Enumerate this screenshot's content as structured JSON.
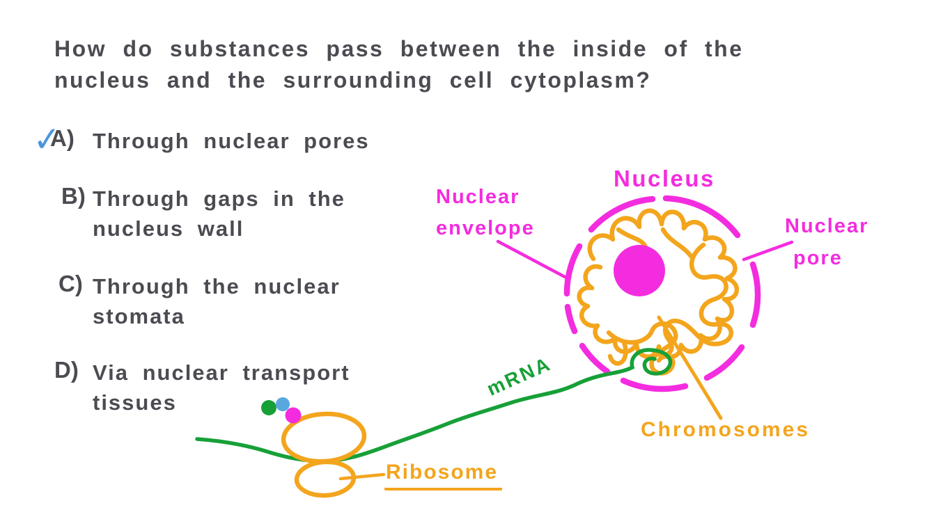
{
  "question": {
    "line1": "How do substances pass between the inside of the",
    "line2": "nucleus and the surrounding cell cytoplasm?"
  },
  "answer": {
    "checkmark": "✓",
    "correct_option": "A"
  },
  "options": [
    {
      "letter": "A)",
      "lines": [
        "Through nuclear pores"
      ]
    },
    {
      "letter": "B)",
      "lines": [
        "Through gaps in the",
        "nucleus wall"
      ]
    },
    {
      "letter": "C)",
      "lines": [
        "Through the nuclear",
        "stomata"
      ]
    },
    {
      "letter": "D)",
      "lines": [
        "Via nuclear transport",
        "tissues"
      ]
    }
  ],
  "diagram": {
    "nucleus_label": "Nucleus",
    "nuclear_envelope_label": {
      "line1": "Nuclear",
      "line2": "envelope"
    },
    "nuclear_pore_label": {
      "line1": "Nuclear",
      "line2": "pore"
    },
    "chromosomes_label": "Chromosomes",
    "mrna_label": "mRNA",
    "ribosome_label": "Ribosome"
  },
  "colors": {
    "ink": "#4b4b52",
    "check_blue": "#4a96dc",
    "magenta": "#f42cdf",
    "orange": "#f3a51d",
    "green": "#17a038",
    "dot_blue": "#5aa7e0"
  }
}
